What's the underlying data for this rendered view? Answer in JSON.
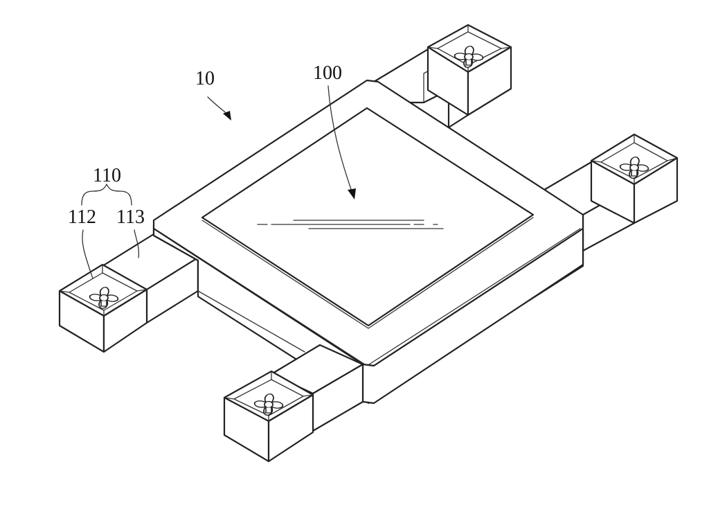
{
  "labels": {
    "device": "10",
    "body": "100",
    "rotor_unit": "110",
    "rotor": "112",
    "arm": "113"
  }
}
